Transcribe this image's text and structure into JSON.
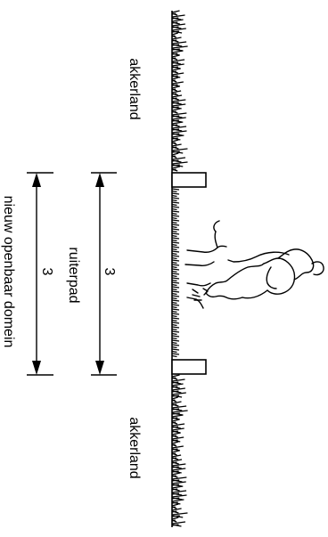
{
  "labels": {
    "field_top": "akkerland",
    "field_bottom": "akkerland",
    "bridle_path": "ruiterpad",
    "public_domain": "nieuw openbaar domein"
  },
  "dimensions": {
    "bridle_path_width": "3",
    "public_domain_width": "3"
  },
  "colors": {
    "ink": "#000000",
    "background": "#ffffff"
  },
  "icons": {
    "figure": "horse-rider-icon",
    "ground": "grass-texture"
  }
}
